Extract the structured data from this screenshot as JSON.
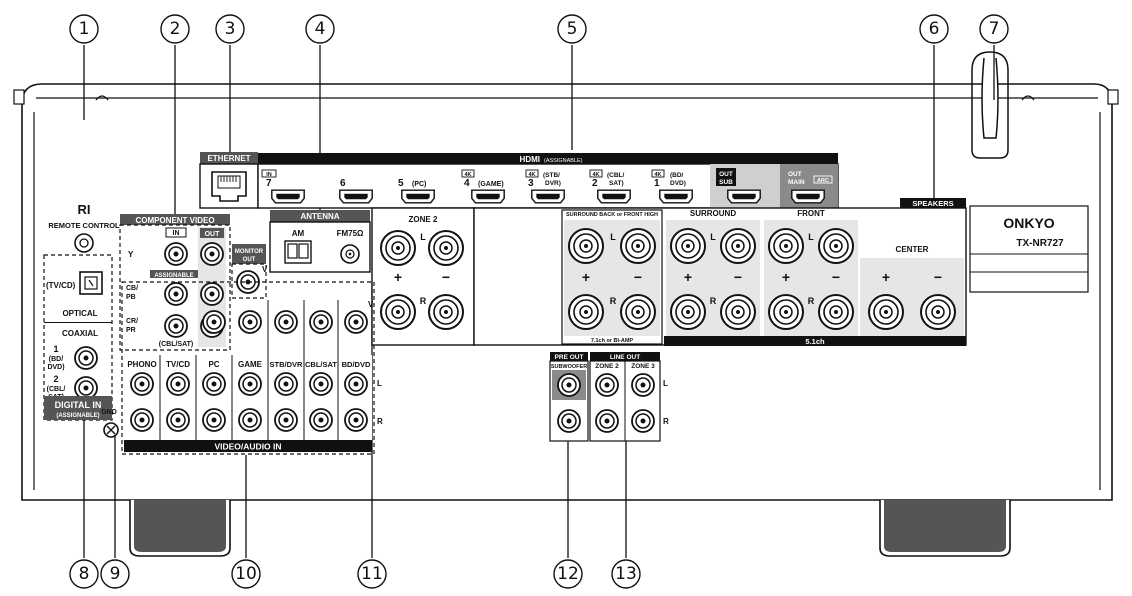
{
  "callouts": [
    "1",
    "2",
    "3",
    "4",
    "5",
    "6",
    "7",
    "8",
    "9",
    "10",
    "11",
    "12",
    "13"
  ],
  "ri": {
    "logo": "RI",
    "remote_control": "REMOTE CONTROL"
  },
  "digital_in": {
    "tvcd": "(TV/CD)",
    "optical": "OPTICAL",
    "coaxial": "COAXIAL",
    "coax1_num": "1",
    "coax1_sub1": "(BD/",
    "coax1_sub2": "DVD)",
    "coax2_num": "2",
    "coax2_sub1": "(CBL/",
    "coax2_sub2": "SAT)",
    "title": "DIGITAL IN",
    "assignable": "(ASSIGNABLE)",
    "gnd": "GND"
  },
  "component_video": {
    "title": "COMPONENT VIDEO",
    "in": "IN",
    "out": "OUT",
    "assignable": "ASSIGNABLE",
    "y": "Y",
    "cb": "CB/",
    "pb": "PB",
    "cr": "CR/",
    "pr": "PR",
    "cblsat": "(CBL/SAT)"
  },
  "monitor_out": {
    "line1": "MONITOR",
    "line2": "OUT",
    "v": "V"
  },
  "ethernet": {
    "title": "ETHERNET"
  },
  "antenna": {
    "title": "ANTENNA",
    "am": "AM",
    "fm": "FM75Ω"
  },
  "hdmi": {
    "title": "HDMI",
    "assignable": "(ASSIGNABLE)",
    "in_tag": "IN",
    "ports": [
      {
        "num": "7",
        "name": "",
        "k4": ""
      },
      {
        "num": "6",
        "name": "",
        "k4": ""
      },
      {
        "num": "5",
        "name": "(PC)",
        "k4": ""
      },
      {
        "num": "4",
        "name": "(GAME)",
        "k4": "4K"
      },
      {
        "num": "3",
        "name": "(STB/",
        "name2": "DVR)",
        "k4": "4K"
      },
      {
        "num": "2",
        "name": "(CBL/",
        "name2": "SAT)",
        "k4": "4K"
      },
      {
        "num": "1",
        "name": "(BD/",
        "name2": "DVD)",
        "k4": "4K"
      }
    ],
    "out_sub_1": "OUT",
    "out_sub_2": "SUB",
    "out_main_1": "OUT",
    "out_main_2": "MAIN",
    "arc": "ARC"
  },
  "zone2": {
    "title": "ZONE 2",
    "l": "L",
    "r": "R",
    "plus": "+",
    "minus": "−"
  },
  "speakers": {
    "title": "SPEAKERS",
    "surround_back": "SURROUND BACK or FRONT HIGH",
    "bi_amp": "7.1ch or BI-AMP",
    "surround": "SURROUND",
    "front": "FRONT",
    "center": "CENTER",
    "ch51": "5.1ch",
    "l": "L",
    "r": "R",
    "plus": "+",
    "minus": "−"
  },
  "brand": {
    "name": "ONKYO",
    "model": "TX-NR727"
  },
  "video_audio_in": {
    "title": "VIDEO/AUDIO IN",
    "columns": [
      "PHONO",
      "TV/CD",
      "PC",
      "GAME",
      "STB/DVR",
      "CBL/SAT",
      "BD/DVD"
    ],
    "v": "V",
    "l": "L",
    "r": "R"
  },
  "pre_out": {
    "title": "PRE OUT",
    "subwoofer": "SUBWOOFER"
  },
  "line_out": {
    "title": "LINE OUT",
    "zone2": "ZONE 2",
    "zone3": "ZONE 3",
    "l": "L",
    "r": "R"
  }
}
